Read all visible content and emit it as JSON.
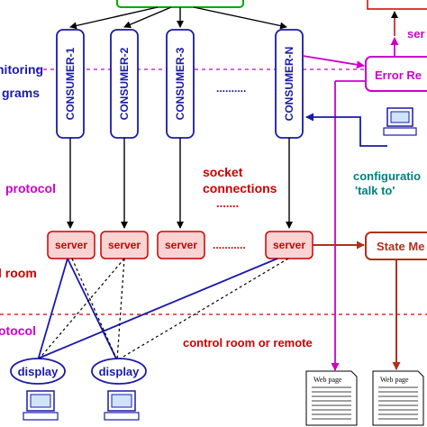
{
  "colors": {
    "blue": "#1a1aa8",
    "red": "#cc0000",
    "magenta": "#cc00cc",
    "green": "#00aa00",
    "teal": "#008080",
    "darkred": "#b0301e",
    "server_fill": "#fbd3d3"
  },
  "left_labels": {
    "monitoring": "nitoring",
    "programs": "grams",
    "protocol_top": "protocol",
    "room": "l room",
    "protocol_bottom": "otocol"
  },
  "consumers": [
    "CONSUMER-1",
    "CONSUMER-2",
    "CONSUMER-3",
    "CONSUMER-N"
  ],
  "consumer_ellipsis": "..........",
  "socket_connections": {
    "line1": "socket",
    "line2": "connections",
    "dots": "......."
  },
  "servers": [
    "server",
    "server",
    "server",
    "server"
  ],
  "server_ellipsis": "...........",
  "error_box": "Error Re",
  "serv_partial": "ser",
  "configuration": {
    "line1": "configuratio",
    "line2": "'talk to'"
  },
  "state_box": "State Me",
  "control_room_remote": "control room or remote",
  "displays": [
    "display",
    "display"
  ],
  "web_pages": [
    "Web page",
    "Web page"
  ],
  "icons": [
    "computer-icon",
    "computer-icon",
    "computer-icon",
    "web-page-icon",
    "web-page-icon"
  ]
}
